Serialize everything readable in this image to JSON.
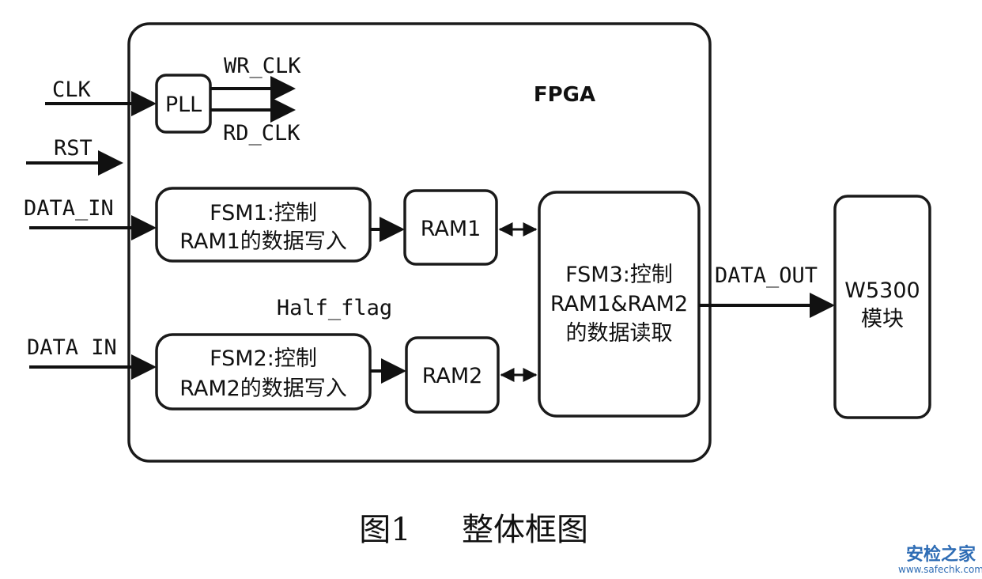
{
  "fpga": {
    "label": "FPGA"
  },
  "signals": {
    "clk": "CLK",
    "rst": "RST",
    "wr_clk": "WR_CLK",
    "rd_clk": "RD_CLK",
    "data_in_1": "DATA_IN",
    "data_in_2": "DATA IN",
    "half_flag": "Half_flag",
    "data_out": "DATA_OUT"
  },
  "blocks": {
    "pll": "PLL",
    "fsm1": {
      "line1": "FSM1:控制",
      "line2": "RAM1的数据写入"
    },
    "fsm2": {
      "line1": "FSM2:控制",
      "line2": "RAM2的数据写入"
    },
    "ram1": "RAM1",
    "ram2": "RAM2",
    "fsm3": {
      "line1": "FSM3:控制",
      "line2": "RAM1&RAM2",
      "line3": "的数据读取"
    },
    "w5300": {
      "line1": "W5300",
      "line2": "模块"
    }
  },
  "caption": {
    "number": "图1",
    "title": "整体框图"
  },
  "watermark": {
    "name": "安检之家",
    "url": "www.safechk.com"
  }
}
